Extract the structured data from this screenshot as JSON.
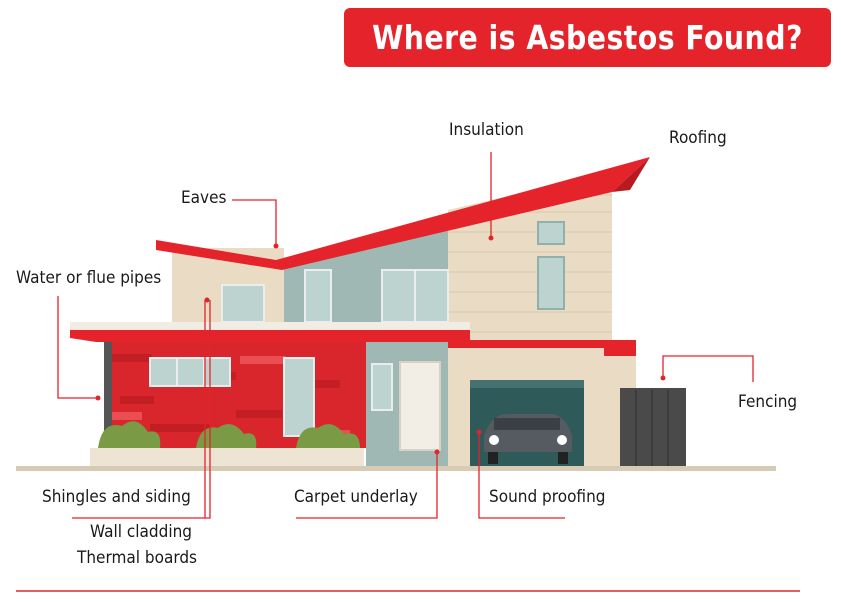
{
  "title": "Where is Asbestos Found?",
  "labels": {
    "insulation": "Insulation",
    "roofing": "Roofing",
    "eaves": "Eaves",
    "water_pipes": "Water or flue pipes",
    "fencing": "Fencing",
    "shingles": "Shingles and siding",
    "carpet": "Carpet underlay",
    "sound": "Sound proofing",
    "wall_cladding": "Wall cladding",
    "thermal": "Thermal boards"
  },
  "colors": {
    "accent_red": "#e4232b",
    "siding_red": "#d9262d",
    "cream": "#eadcc4",
    "teal": "#9fb8b3",
    "garage": "#2e5a5a",
    "fence": "#4a4a4a"
  }
}
